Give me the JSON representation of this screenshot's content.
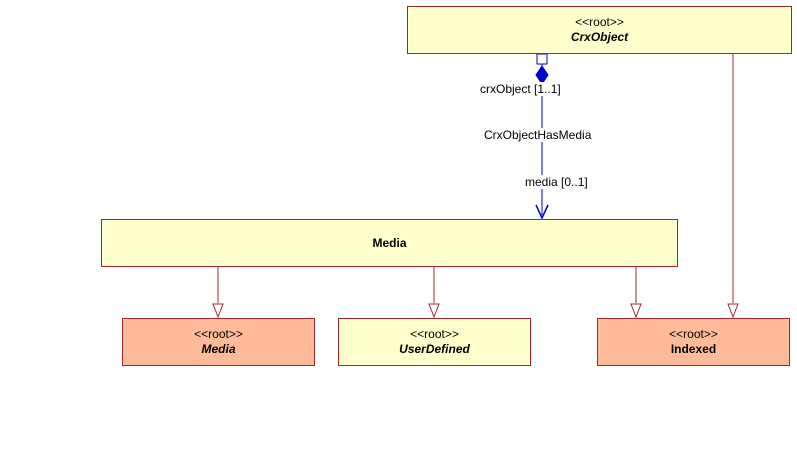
{
  "classes": {
    "crx_object": {
      "stereotype": "<<root>>",
      "name": "CrxObject"
    },
    "media_parent": {
      "name": "Media"
    },
    "media_child": {
      "stereotype": "<<root>>",
      "name": "Media"
    },
    "user_defined": {
      "stereotype": "<<root>>",
      "name": "UserDefined"
    },
    "indexed": {
      "stereotype": "<<root>>",
      "name": "Indexed"
    }
  },
  "association": {
    "source_role": "crxObject",
    "source_multiplicity": "[1..1]",
    "name": "CrxObjectHasMedia",
    "target_role": "media",
    "target_multiplicity": "[0..1]"
  },
  "colors": {
    "class_border": "#a0282c",
    "class_fill": "#ffffcc",
    "root_concrete_fill": "#ffbb99",
    "generalization_line": "#a0282c",
    "association_line": "#0000cc"
  }
}
